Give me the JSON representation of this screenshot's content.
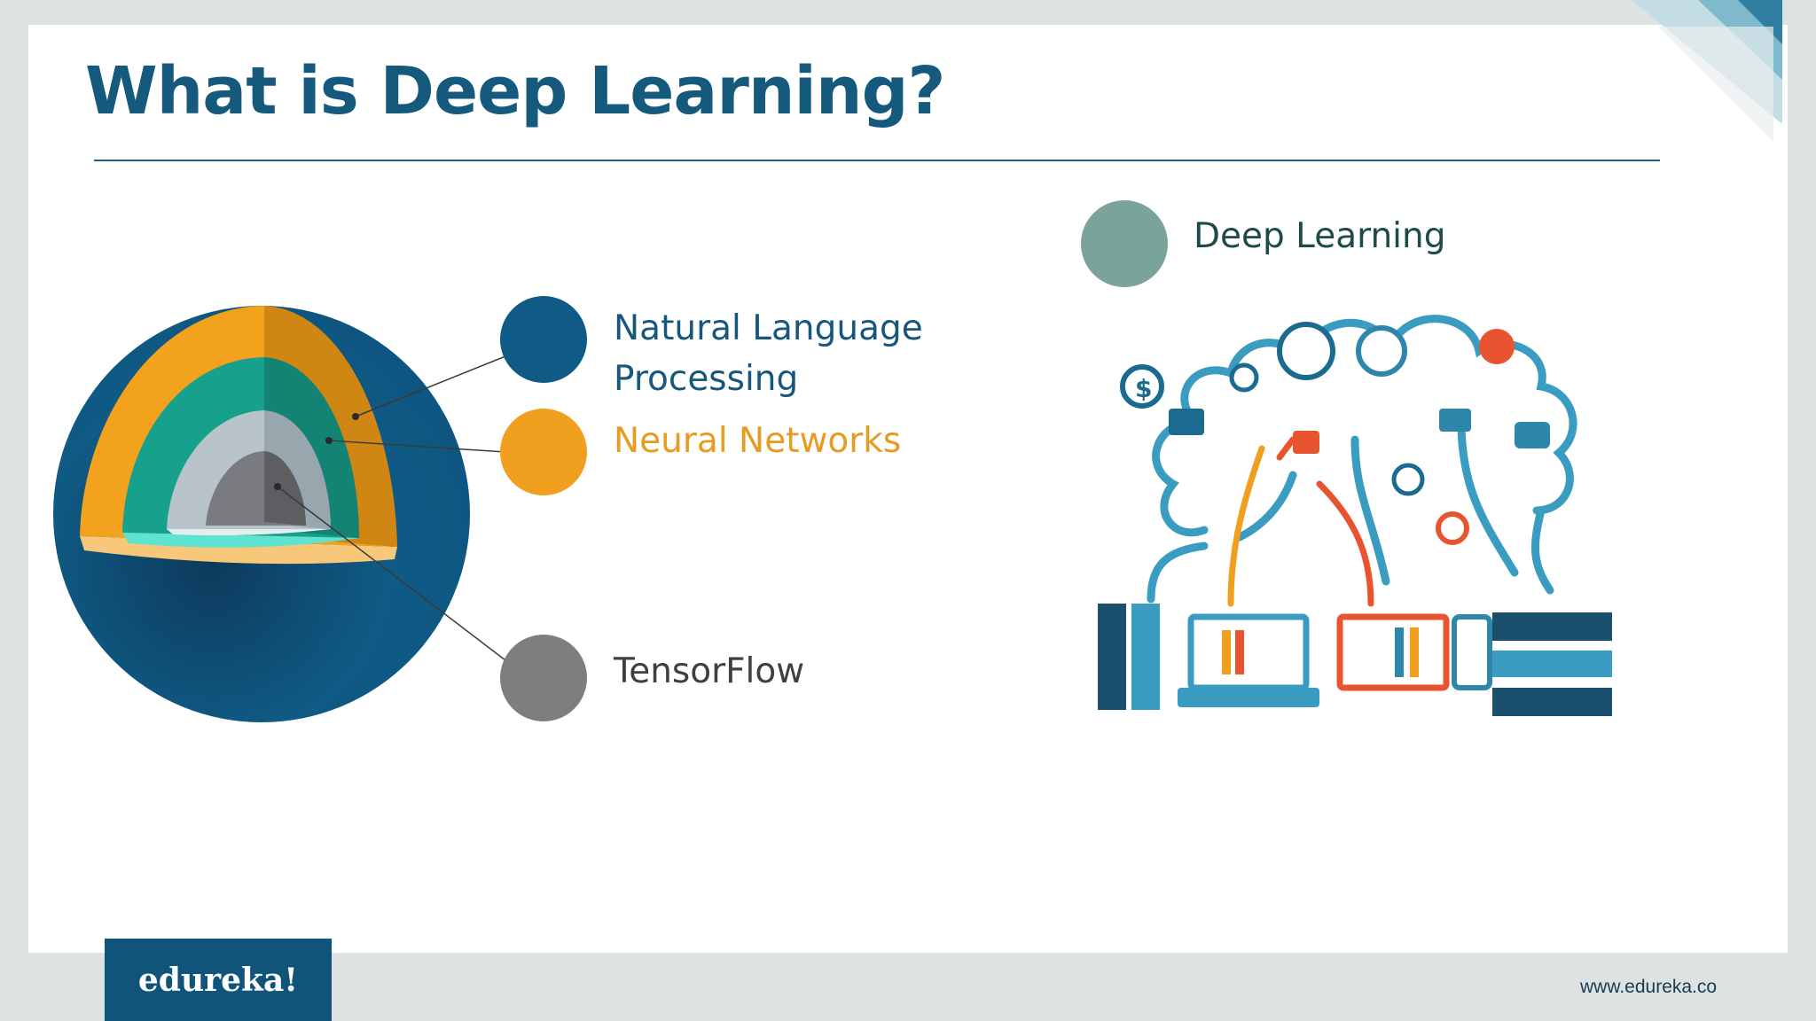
{
  "slide": {
    "title": "What is Deep Learning?",
    "layers": [
      {
        "label": "Natural Language Processing",
        "line1": "Natural Language",
        "line2": "Processing",
        "color": "#0f5b85"
      },
      {
        "label": "Neural Networks",
        "color": "#f0a01e"
      },
      {
        "label": "TensorFlow",
        "color": "#7e7d80"
      }
    ],
    "deep_learning": {
      "label": "Deep Learning",
      "color": "#7aa39c"
    }
  },
  "colors": {
    "title": "#155a7c",
    "outer_sphere": "#0f5b85",
    "accent_teal": "#1aa58d",
    "accent_orange": "#f0a01e",
    "accent_grey": "#7e7d80"
  },
  "footer": {
    "brand": "edureka!",
    "url": "www.edureka.co"
  }
}
